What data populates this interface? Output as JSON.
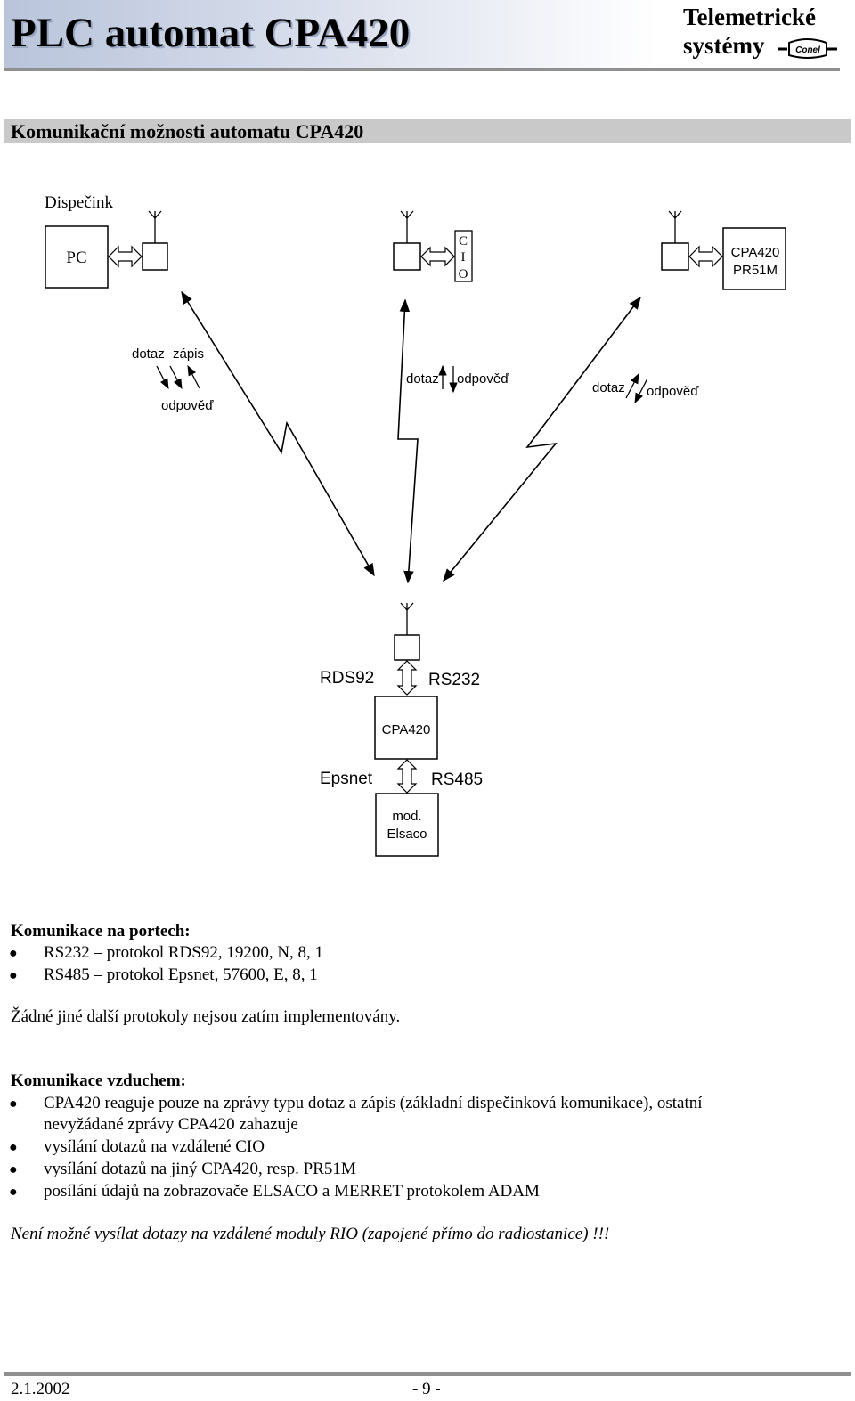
{
  "header": {
    "title": "PLC automat CPA420",
    "company_line1": "Telemetrické",
    "company_line2": "systémy",
    "logo_text": "Conel"
  },
  "section_title": "Komunikační možnosti automatu CPA420",
  "diagram": {
    "dispecink_label": "Dispečink",
    "pc_label": "PC",
    "cio_letters": [
      "C",
      "I",
      "O"
    ],
    "cpa_pr_line1": "CPA420",
    "cpa_pr_line2": "PR51M",
    "left_link": {
      "dotaz": "dotaz",
      "zapis": "zápis",
      "odpoved": "odpověď"
    },
    "middle_link": {
      "dotaz": "dotaz",
      "odpoved": "odpověď"
    },
    "right_link": {
      "dotaz": "dotaz",
      "odpoved": "odpověď"
    },
    "rds92": "RDS92",
    "rs232": "RS232",
    "cpa420": "CPA420",
    "epsnet": "Epsnet",
    "rs485": "RS485",
    "mod_line1": "mod.",
    "mod_line2": "Elsaco"
  },
  "ports": {
    "heading": "Komunikace na portech:",
    "items": [
      "RS232 – protokol RDS92, 19200, N, 8, 1",
      "RS485 – protokol Epsnet, 57600, E, 8, 1"
    ],
    "note": "Žádné jiné další protokoly nejsou zatím implementovány."
  },
  "air": {
    "heading": "Komunikace vzduchem:",
    "item1_line1": "CPA420 reaguje pouze na zprávy typu dotaz a zápis (základní dispečinková komunikace),  ostatní",
    "item1_line2": "nevyžádané zprávy CPA420 zahazuje",
    "item2": "vysílání dotazů na vzdálené CIO",
    "item3": "vysílání dotazů na jiný CPA420, resp. PR51M",
    "item4": "posílání údajů na zobrazovače ELSACO a MERRET protokolem ADAM",
    "warning": "Není možné vysílat dotazy na vzdálené moduly RIO (zapojené přímo do radiostanice) !!!"
  },
  "footer": {
    "date": "2.1.2002",
    "page": "- 9 -"
  }
}
